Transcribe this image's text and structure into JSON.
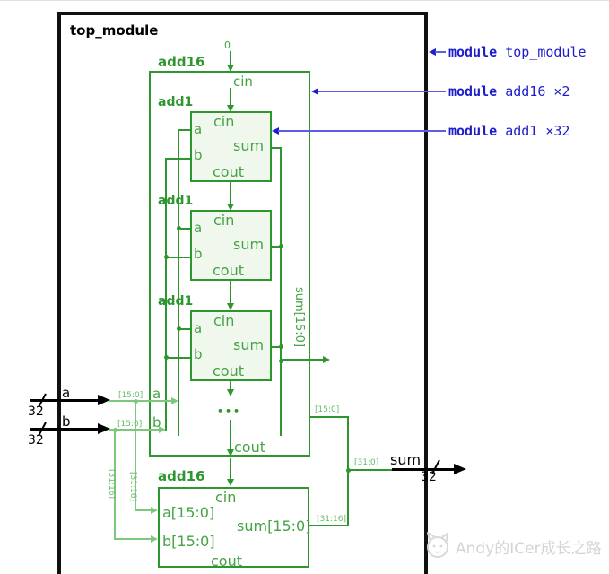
{
  "top_module": {
    "label": "top_module"
  },
  "add16_upper": {
    "label": "add16",
    "cin_const": "0",
    "cin": "cin",
    "cout": "cout",
    "sum_bus_label": "sum[15:0]",
    "ellipsis": "•••"
  },
  "add1": {
    "label": "add1",
    "ports": {
      "cin": "cin",
      "a": "a",
      "b": "b",
      "sum": "sum",
      "cout": "cout"
    }
  },
  "add16_lower": {
    "label": "add16",
    "ports": {
      "cin": "cin",
      "a": "a[15:0]",
      "b": "b[15:0]",
      "sum": "sum[15:0]",
      "cout": "cout"
    }
  },
  "inputs": {
    "a": {
      "name": "a",
      "width": "32",
      "slice": "[15:0]",
      "port": "a"
    },
    "b": {
      "name": "b",
      "width": "32",
      "slice": "[15:0]",
      "port": "b"
    }
  },
  "output": {
    "name": "sum",
    "width": "32",
    "slice": "[31:0]"
  },
  "nets": {
    "sum_low": "[15:0]",
    "sum_high": "[31:16]",
    "a_high": "[31:16]",
    "b_high": "[31:16]"
  },
  "annotations": [
    {
      "keyword": "module",
      "target": "top_module",
      "count": ""
    },
    {
      "keyword": "module",
      "target": "add16",
      "count": "×2"
    },
    {
      "keyword": "module",
      "target": "add1",
      "count": "×32"
    }
  ],
  "watermark": {
    "text": "Andy的ICer成长之路"
  },
  "colors": {
    "box_green": "#2e962e",
    "port_green": "#44a344",
    "net_light_green": "#7ec87e",
    "net_label_green": "#66bb66",
    "annotation_blue": "#1d1dcc",
    "wire_black": "#000000",
    "watermark_gray": "#d4d4d4"
  }
}
